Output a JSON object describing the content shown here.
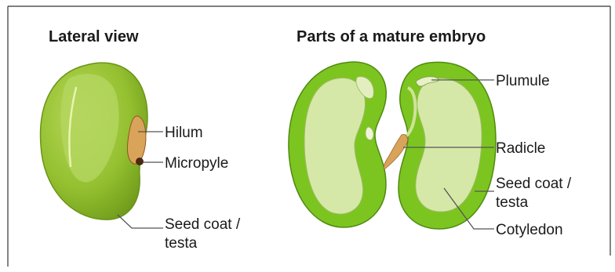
{
  "lateral": {
    "title": "Lateral view",
    "labels": {
      "hilum": "Hilum",
      "micropyle": "Micropyle",
      "seed_coat_1": "Seed coat /",
      "seed_coat_2": "testa"
    }
  },
  "embryo": {
    "title": "Parts of a mature embryo",
    "labels": {
      "plumule": "Plumule",
      "radicle": "Radicle",
      "seed_coat_1": "Seed coat /",
      "seed_coat_2": "testa",
      "cotyledon": "Cotyledon"
    }
  },
  "colors": {
    "seed_dark": "#6e9a1a",
    "seed_mid": "#8cbb2c",
    "seed_light": "#a8cf4a",
    "coat_green": "#7cc520",
    "cotyledon_fill": "#d6e8a8",
    "hilum": "#d9a35a",
    "micropyle": "#4a2a10"
  }
}
